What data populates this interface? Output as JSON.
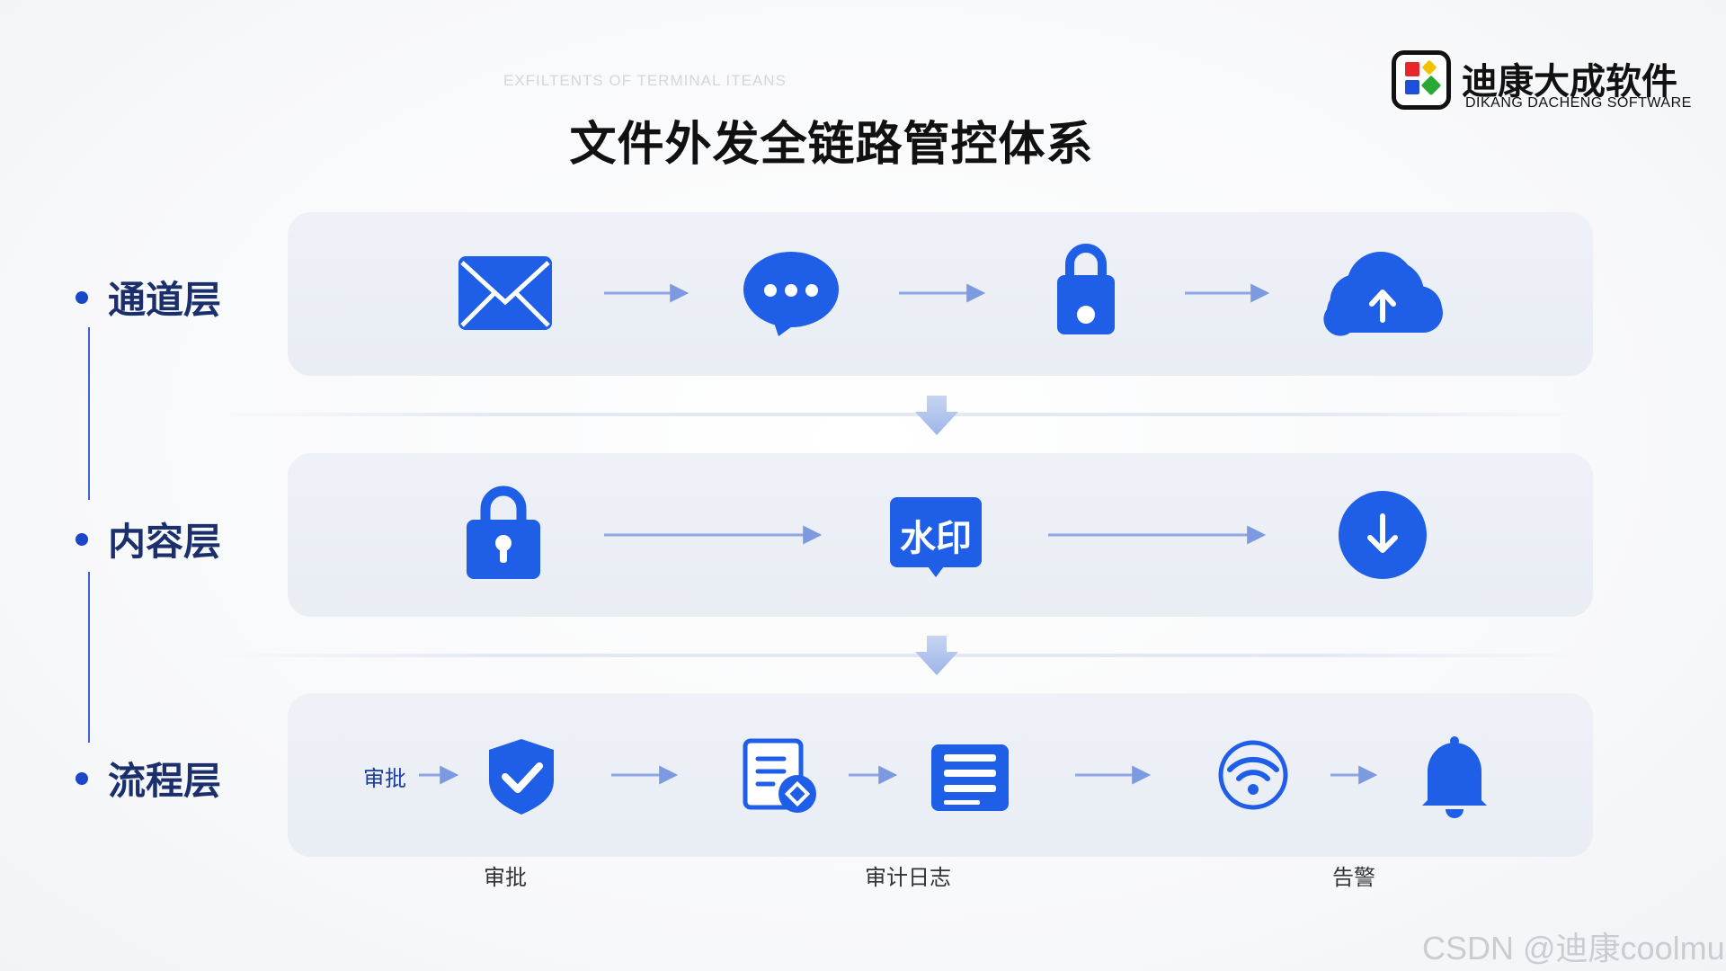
{
  "subtitle": "EXFILTENTS OF TERMINAL ITEANS",
  "title": "文件外发全链路管控体系",
  "brand": {
    "name": "迪康大成软件",
    "english": "DIKANG DACHENG SOFTWARE",
    "logo_colors": [
      "#e8262a",
      "#1d4fd8",
      "#2aa836",
      "#f2c200"
    ]
  },
  "accent_color": "#1f5ee6",
  "layers": [
    {
      "label": "通道层",
      "icons": [
        "envelope-icon",
        "chat-bubble-icon",
        "padlock-icon",
        "cloud-upload-icon"
      ]
    },
    {
      "label": "内容层",
      "icons": [
        "keyhole-lock-icon",
        "watermark-badge-icon",
        "download-circle-icon"
      ],
      "watermark_text": "水印"
    },
    {
      "label": "流程层",
      "inline_label": "审批",
      "icons": [
        "shield-check-icon",
        "document-audit-icon",
        "log-list-icon",
        "wireless-signal-icon",
        "bell-icon"
      ],
      "captions": [
        "审批",
        "审计日志",
        "告警"
      ]
    }
  ],
  "footer": "CSDN @迪康coolmu"
}
